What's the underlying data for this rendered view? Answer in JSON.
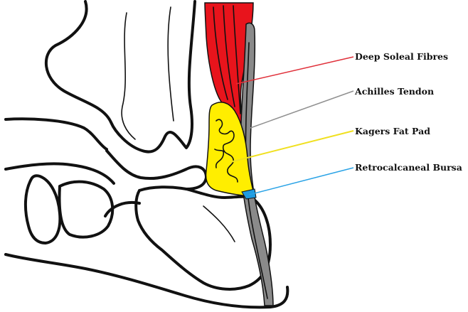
{
  "labels": {
    "deep_soleal_fibres": "Deep Soleal Fibres",
    "achilles_tendon": "Achilles Tendon",
    "kagers_fat_pad": "Kagers Fat Pad",
    "retrocalcaneal_bursa": "Retrocalcaneal Bursa"
  },
  "colors": {
    "muscle": "#e8141c",
    "tendon": "#8a8a8a",
    "tendon_dark": "#555555",
    "fat_pad": "#ffee00",
    "bursa": "#1e9be0",
    "deep_soleal_line": "#e0303a",
    "achilles_line": "#909090",
    "fat_pad_line": "#f0e020",
    "bursa_line": "#2aa3e6",
    "outline": "#111111"
  }
}
